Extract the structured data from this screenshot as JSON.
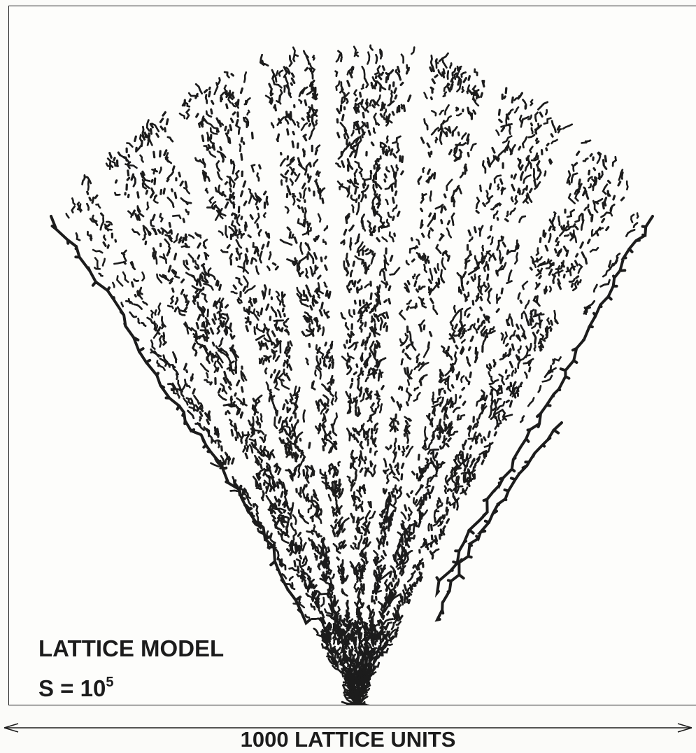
{
  "figure": {
    "model_label": "LATTICE MODEL",
    "param_prefix": "S = 10",
    "param_exponent": "5",
    "scale_label": "1000 LATTICE UNITS",
    "ink_color": "#1c1c1c",
    "paper_color": "#fdfdfb"
  }
}
